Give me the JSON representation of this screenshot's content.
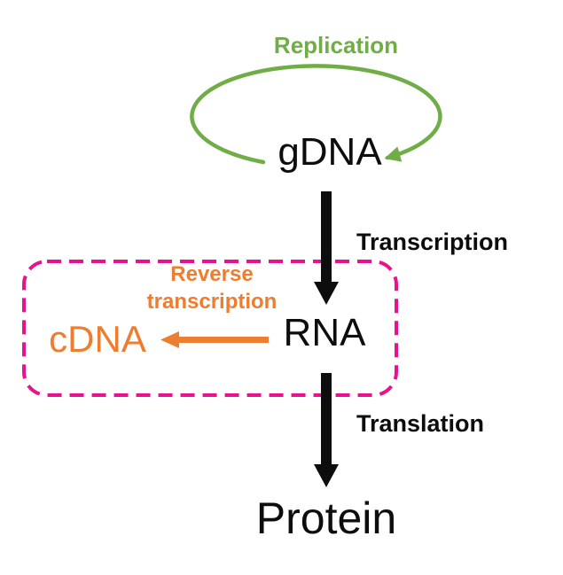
{
  "title": "Central dogma of molecular biology diagram",
  "colors": {
    "background": "#ffffff",
    "green": "#70AD47",
    "orange": "#ED7D31",
    "magenta": "#E8128E",
    "ink": "#0d0d0d"
  },
  "nodes": {
    "gdna": "gDNA",
    "rna": "RNA",
    "cdna": "cDNA",
    "protein": "Protein"
  },
  "edges": [
    {
      "from": "gDNA",
      "to": "gDNA",
      "label": "Replication",
      "color_key": "green"
    },
    {
      "from": "gDNA",
      "to": "RNA",
      "label": "Transcription",
      "color_key": "ink"
    },
    {
      "from": "RNA",
      "to": "cDNA",
      "label": "Reverse transcription",
      "color_key": "orange"
    },
    {
      "from": "RNA",
      "to": "Protein",
      "label": "Translation",
      "color_key": "ink"
    }
  ]
}
